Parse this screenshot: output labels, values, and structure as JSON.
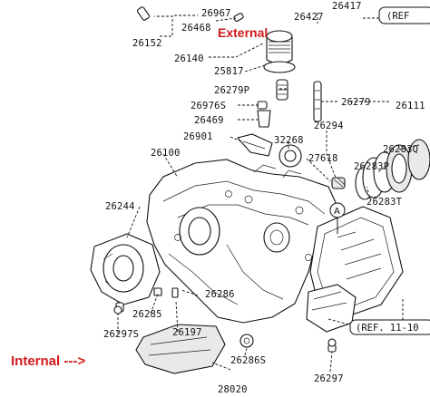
{
  "labels": {
    "external": "External",
    "internal": "Internal --->",
    "ref_top": "(REF",
    "ref_bottom": "(REF. 11-10"
  },
  "part_numbers": [
    "26967",
    "26427",
    "26417",
    "26468",
    "26152",
    "26140",
    "25817",
    "26279P",
    "26279",
    "26976S",
    "26469",
    "26901",
    "32268",
    "26294",
    "26111",
    "26283Q",
    "26283P",
    "27618",
    "26283T",
    "26100",
    "26244",
    "26286",
    "26285",
    "26197",
    "26297S",
    "26286S",
    "26297",
    "28020"
  ],
  "colors": {
    "annotation": "#d11a1a",
    "line": "#111111"
  }
}
